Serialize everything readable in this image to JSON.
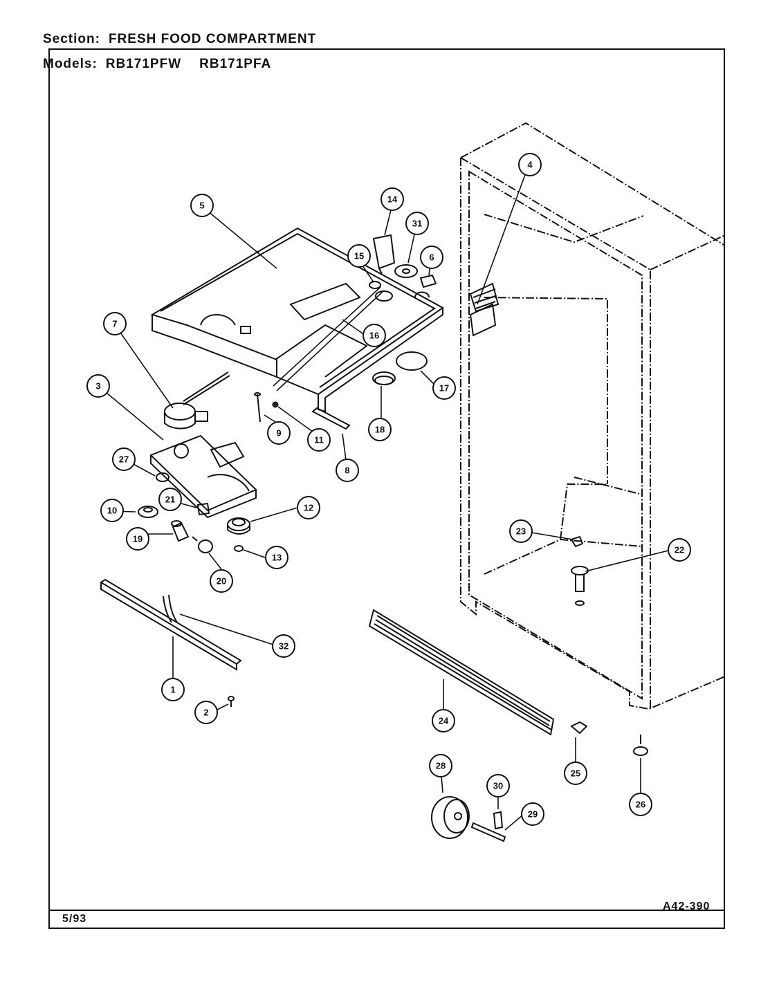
{
  "header": {
    "section_label": "Section:",
    "section_value": "FRESH FOOD COMPARTMENT",
    "models_label": "Models:",
    "models": [
      "RB171PFW",
      "RB171PFA"
    ]
  },
  "footer": {
    "date": "5/93",
    "diagram_code": "A42-390"
  },
  "callouts": [
    "1",
    "2",
    "3",
    "4",
    "5",
    "6",
    "7",
    "8",
    "9",
    "10",
    "11",
    "12",
    "13",
    "14",
    "15",
    "16",
    "17",
    "18",
    "19",
    "20",
    "21",
    "22",
    "23",
    "24",
    "25",
    "26",
    "27",
    "28",
    "29",
    "30",
    "31",
    "32"
  ]
}
